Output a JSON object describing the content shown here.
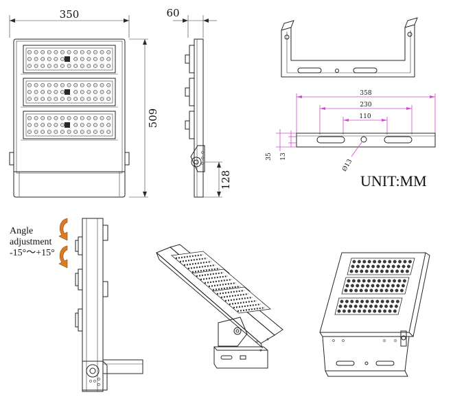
{
  "front_view": {
    "width_label": "350",
    "height_label": "509"
  },
  "side_view": {
    "depth_label": "60",
    "bracket_label": "128"
  },
  "bracket_view": {
    "overall_label": "358",
    "slot_span_label": "230",
    "inner_span_label": "110",
    "height_label": "35",
    "slot_height_label": "13",
    "hole_label": "Ø13"
  },
  "unit_label": "UNIT:MM",
  "angle_note": {
    "line1": "Angle",
    "line2": "adjustment",
    "line3": "-15°～+15°"
  },
  "colors": {
    "dimension_line": "#d048d0",
    "arrow": "#e07a20",
    "drawing": "#222222"
  }
}
